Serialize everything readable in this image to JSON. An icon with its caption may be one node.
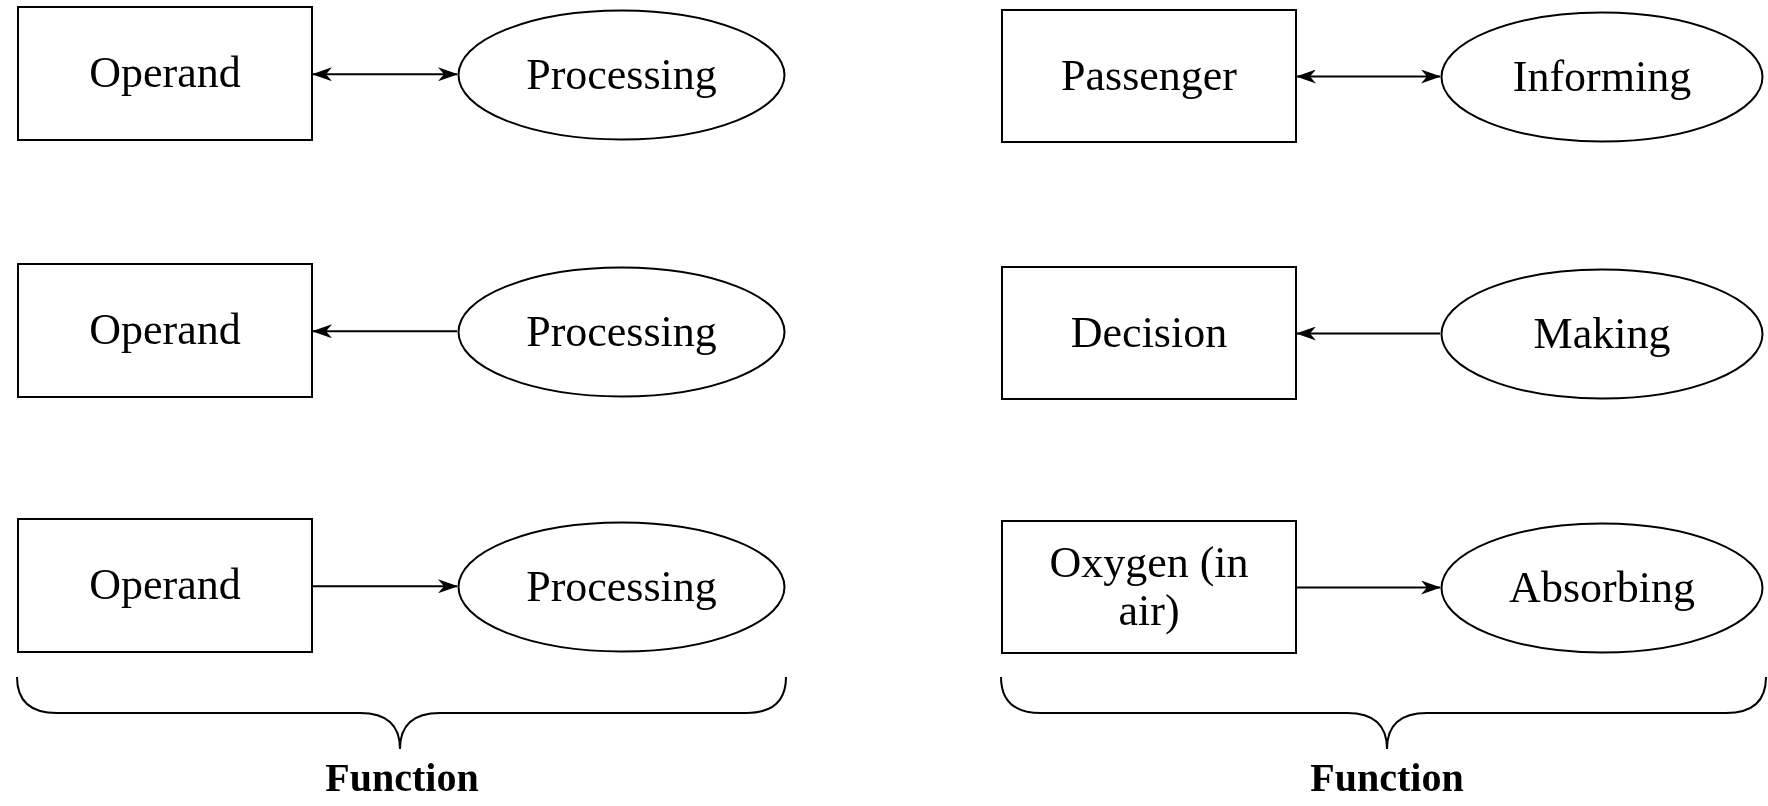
{
  "diagram": {
    "nodes": [
      {
        "text": [
          "Operand"
        ]
      },
      {
        "text": [
          "Processing"
        ]
      },
      {
        "text": [
          "Operand"
        ]
      },
      {
        "text": [
          "Processing"
        ]
      },
      {
        "text": [
          "Operand"
        ]
      },
      {
        "text": [
          "Processing"
        ]
      },
      {
        "text": [
          "Passenger"
        ]
      },
      {
        "text": [
          "Informing"
        ]
      },
      {
        "text": [
          "Decision"
        ]
      },
      {
        "text": [
          "Making"
        ]
      },
      {
        "text": [
          "Oxygen (in air)"
        ]
      },
      {
        "text": [
          "Absorbing"
        ]
      }
    ],
    "edges": [
      {
        "from": 0,
        "to": 1,
        "arrow": "both"
      },
      {
        "from": 3,
        "to": 2,
        "arrow": "to"
      },
      {
        "from": 4,
        "to": 5,
        "arrow": "to"
      },
      {
        "from": 6,
        "to": 7,
        "arrow": "both"
      },
      {
        "from": 9,
        "to": 8,
        "arrow": "to"
      },
      {
        "from": 10,
        "to": 11,
        "arrow": "to"
      }
    ],
    "labels": [
      "Function",
      "Function"
    ]
  }
}
